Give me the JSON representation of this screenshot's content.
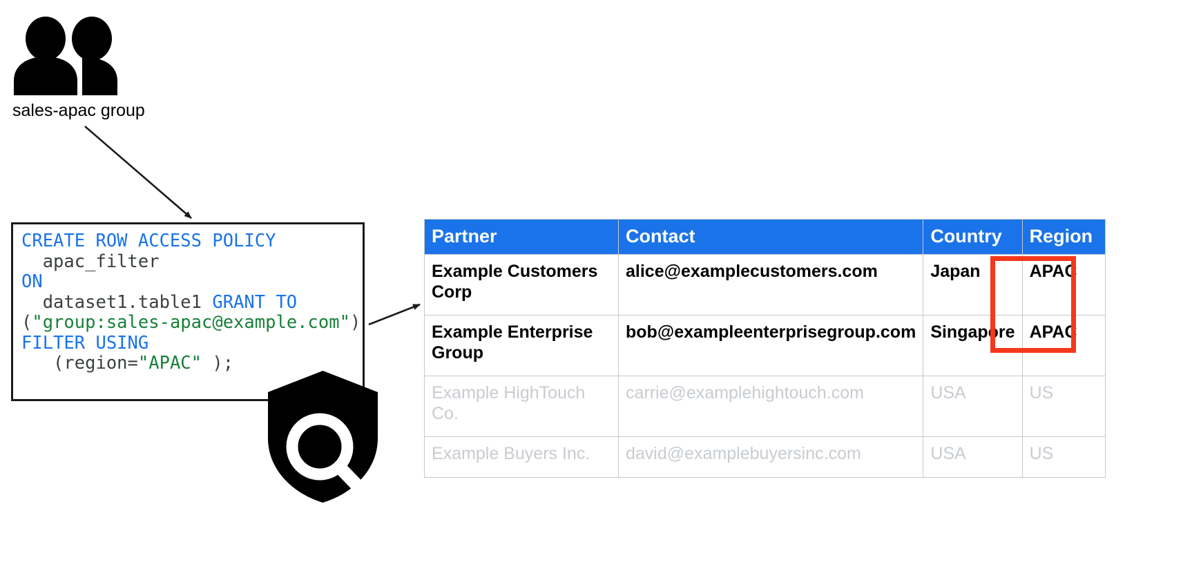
{
  "diagram": {
    "title": "BigQuery row-level access policy diagram",
    "accent_blue": "#1a73e8",
    "string_green": "#188038",
    "highlight_red": "#f4381b",
    "muted_gray": "#c8ccd1"
  },
  "group_node": {
    "icon": "people-group-icon",
    "label": "sales-apac group"
  },
  "shield_node": {
    "icon": "shield-search-icon"
  },
  "code_box": {
    "language": "sql",
    "lines": [
      [
        {
          "t": "CREATE ROW ACCESS POLICY",
          "c": "kw"
        }
      ],
      [
        {
          "t": "  apac_filter",
          "c": "pln"
        }
      ],
      [
        {
          "t": "ON",
          "c": "kw"
        }
      ],
      [
        {
          "t": "  dataset1.table1 ",
          "c": "pln"
        },
        {
          "t": "GRANT TO",
          "c": "kw"
        }
      ],
      [
        {
          "t": "(",
          "c": "pln"
        },
        {
          "t": "\"group:sales-apac@example.com\"",
          "c": "str"
        },
        {
          "t": ")",
          "c": "pln"
        }
      ],
      [
        {
          "t": "FILTER USING",
          "c": "kw"
        }
      ],
      [
        {
          "t": "   (region=",
          "c": "pln"
        },
        {
          "t": "\"APAC\"",
          "c": "str"
        },
        {
          "t": " );",
          "c": "pln"
        }
      ]
    ],
    "plain_text": "CREATE ROW ACCESS POLICY\n  apac_filter\nON\n  dataset1.table1 GRANT TO\n(\"group:sales-apac@example.com\")\nFILTER USING\n   (region=\"APAC\" );"
  },
  "table": {
    "columns": [
      "Partner",
      "Contact",
      "Country",
      "Region"
    ],
    "rows": [
      {
        "state": "visible",
        "partner": "Example Customers Corp",
        "contact": "alice@examplecustomers.com",
        "country": "Japan",
        "region": "APAC"
      },
      {
        "state": "visible",
        "partner": "Example Enterprise Group",
        "contact": "bob@exampleenterprisegroup.com",
        "country": "Singapore",
        "region": "APAC"
      },
      {
        "state": "filtered",
        "partner": "Example HighTouch Co.",
        "contact": "carrie@examplehightouch.com",
        "country": "USA",
        "region": "US"
      },
      {
        "state": "filtered",
        "partner": "Example Buyers Inc.",
        "contact": "david@examplebuyersinc.com",
        "country": "USA",
        "region": "US"
      }
    ]
  }
}
